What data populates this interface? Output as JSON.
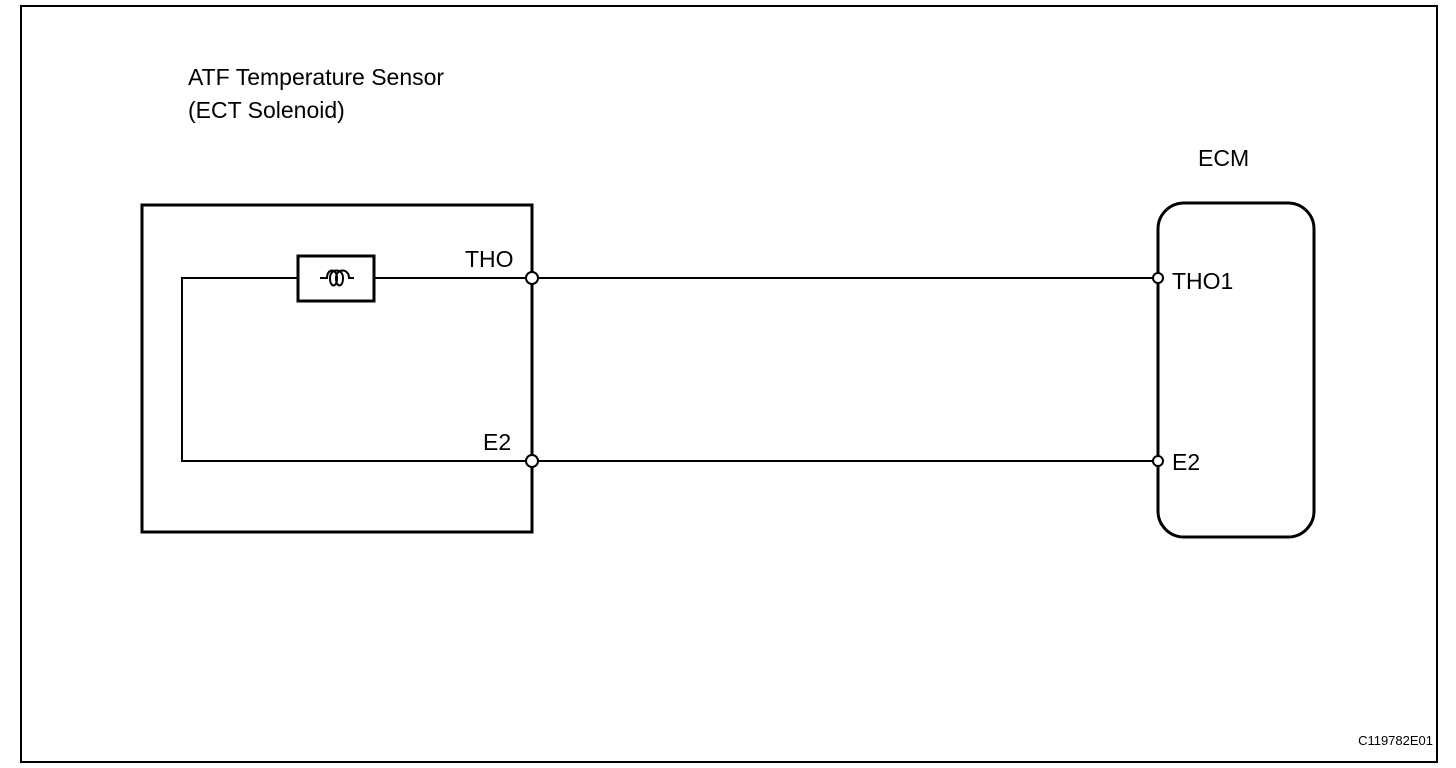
{
  "sensor": {
    "title_line1": "ATF Temperature Sensor",
    "title_line2": "(ECT Solenoid)",
    "pin_top": "THO",
    "pin_bottom": "E2"
  },
  "ecm": {
    "title": "ECM",
    "pin_top": "THO1",
    "pin_bottom": "E2"
  },
  "figure_code": "C119782E01",
  "colors": {
    "line": "#000000",
    "background": "#ffffff"
  },
  "icons": {
    "thermistor": "thermistor-symbol"
  }
}
